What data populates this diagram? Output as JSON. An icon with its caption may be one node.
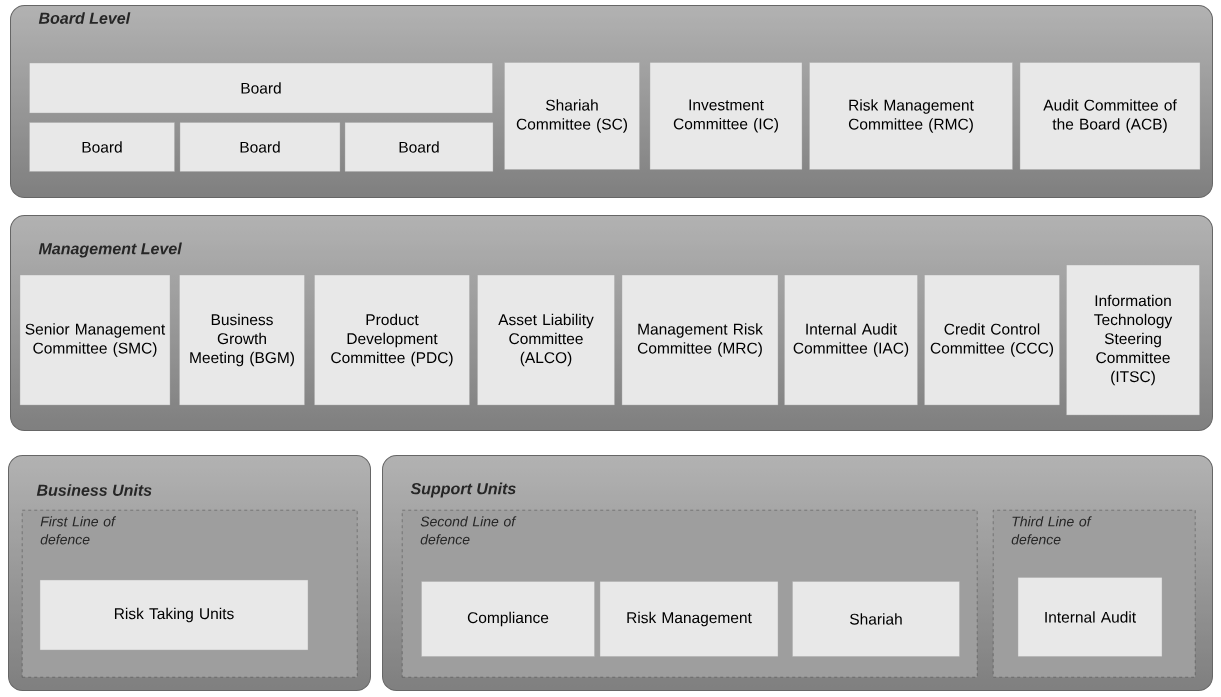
{
  "diagram": {
    "nodes": [
      {
        "text": [
          "Board Level"
        ]
      },
      {
        "text": [
          "Board"
        ],
        "in": 0
      },
      {
        "text": [
          "Board"
        ],
        "in": 0
      },
      {
        "text": [
          "Board"
        ],
        "in": 0
      },
      {
        "text": [
          "Board"
        ],
        "in": 0
      },
      {
        "text": [
          "Shariah Committee (SC)"
        ],
        "in": 0
      },
      {
        "text": [
          "Investment Committee (IC)"
        ],
        "in": 0
      },
      {
        "text": [
          "Risk Management Committee (RMC)"
        ],
        "in": 0
      },
      {
        "text": [
          "Audit Committee of the Board (ACB)"
        ],
        "in": 0
      },
      {
        "text": [
          "Management Level"
        ]
      },
      {
        "text": [
          "Senior Management Committee (SMC)"
        ],
        "in": 9
      },
      {
        "text": [
          "Business Growth Meeting (BGM)"
        ],
        "in": 9
      },
      {
        "text": [
          "Product Development Committee (PDC)"
        ],
        "in": 9
      },
      {
        "text": [
          "Asset Liability Committee (ALCO)"
        ],
        "in": 9
      },
      {
        "text": [
          "Management Risk Committee (MRC)"
        ],
        "in": 9
      },
      {
        "text": [
          "Internal Audit Committee (IAC)"
        ],
        "in": 9
      },
      {
        "text": [
          "Credit Control Committee (CCC)"
        ],
        "in": 9
      },
      {
        "text": [
          "Information Technology Steering Committee (ITSC)"
        ],
        "in": 9
      },
      {
        "text": [
          "Business Units"
        ]
      },
      {
        "text": [
          "First Line of defence"
        ],
        "in": 18
      },
      {
        "text": [
          "Risk Taking Units"
        ],
        "in": 19
      },
      {
        "text": [
          "Support Units"
        ]
      },
      {
        "text": [
          "Second Line of defence"
        ],
        "in": 21
      },
      {
        "text": [
          "Compliance"
        ],
        "in": 22
      },
      {
        "text": [
          "Risk Management"
        ],
        "in": 22
      },
      {
        "text": [
          "Shariah"
        ],
        "in": 22
      },
      {
        "text": [
          "Third Line of defence"
        ],
        "in": 21
      },
      {
        "text": [
          "Internal Audit"
        ],
        "in": 26
      }
    ]
  }
}
